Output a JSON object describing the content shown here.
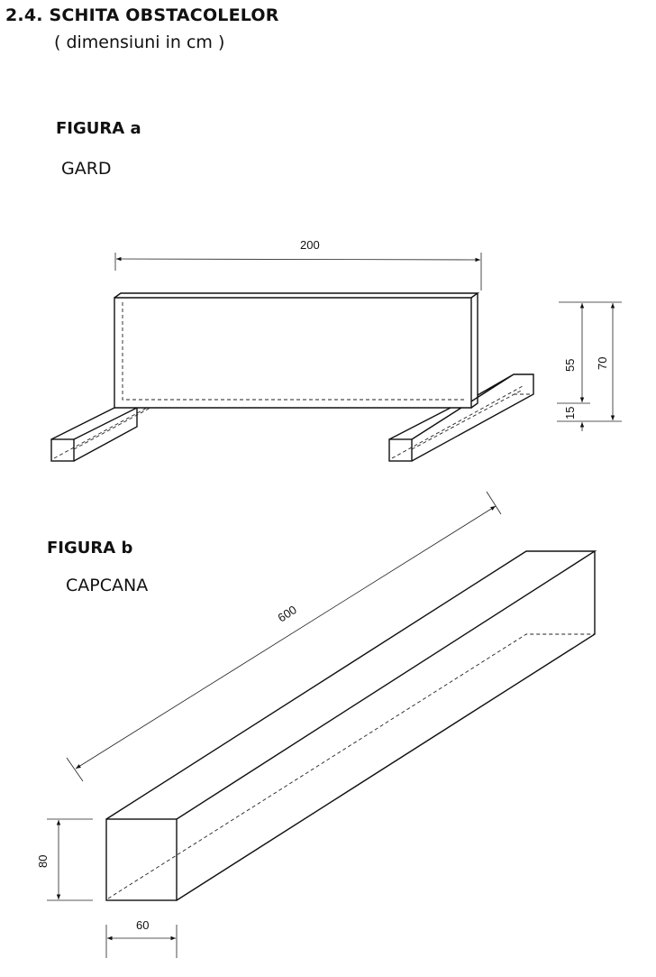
{
  "section_title": "2.4. SCHITA OBSTACOLELOR",
  "units_note": "( dimensiuni in cm )",
  "figure_a": {
    "label": "FIGURA a",
    "name": "GARD",
    "dimensions": {
      "width": "200",
      "upper_height": "55",
      "base_height": "15",
      "total_height": "70"
    }
  },
  "figure_b": {
    "label": "FIGURA b",
    "name": "CAPCANA",
    "dimensions": {
      "length": "600",
      "height": "80",
      "width": "60"
    }
  }
}
